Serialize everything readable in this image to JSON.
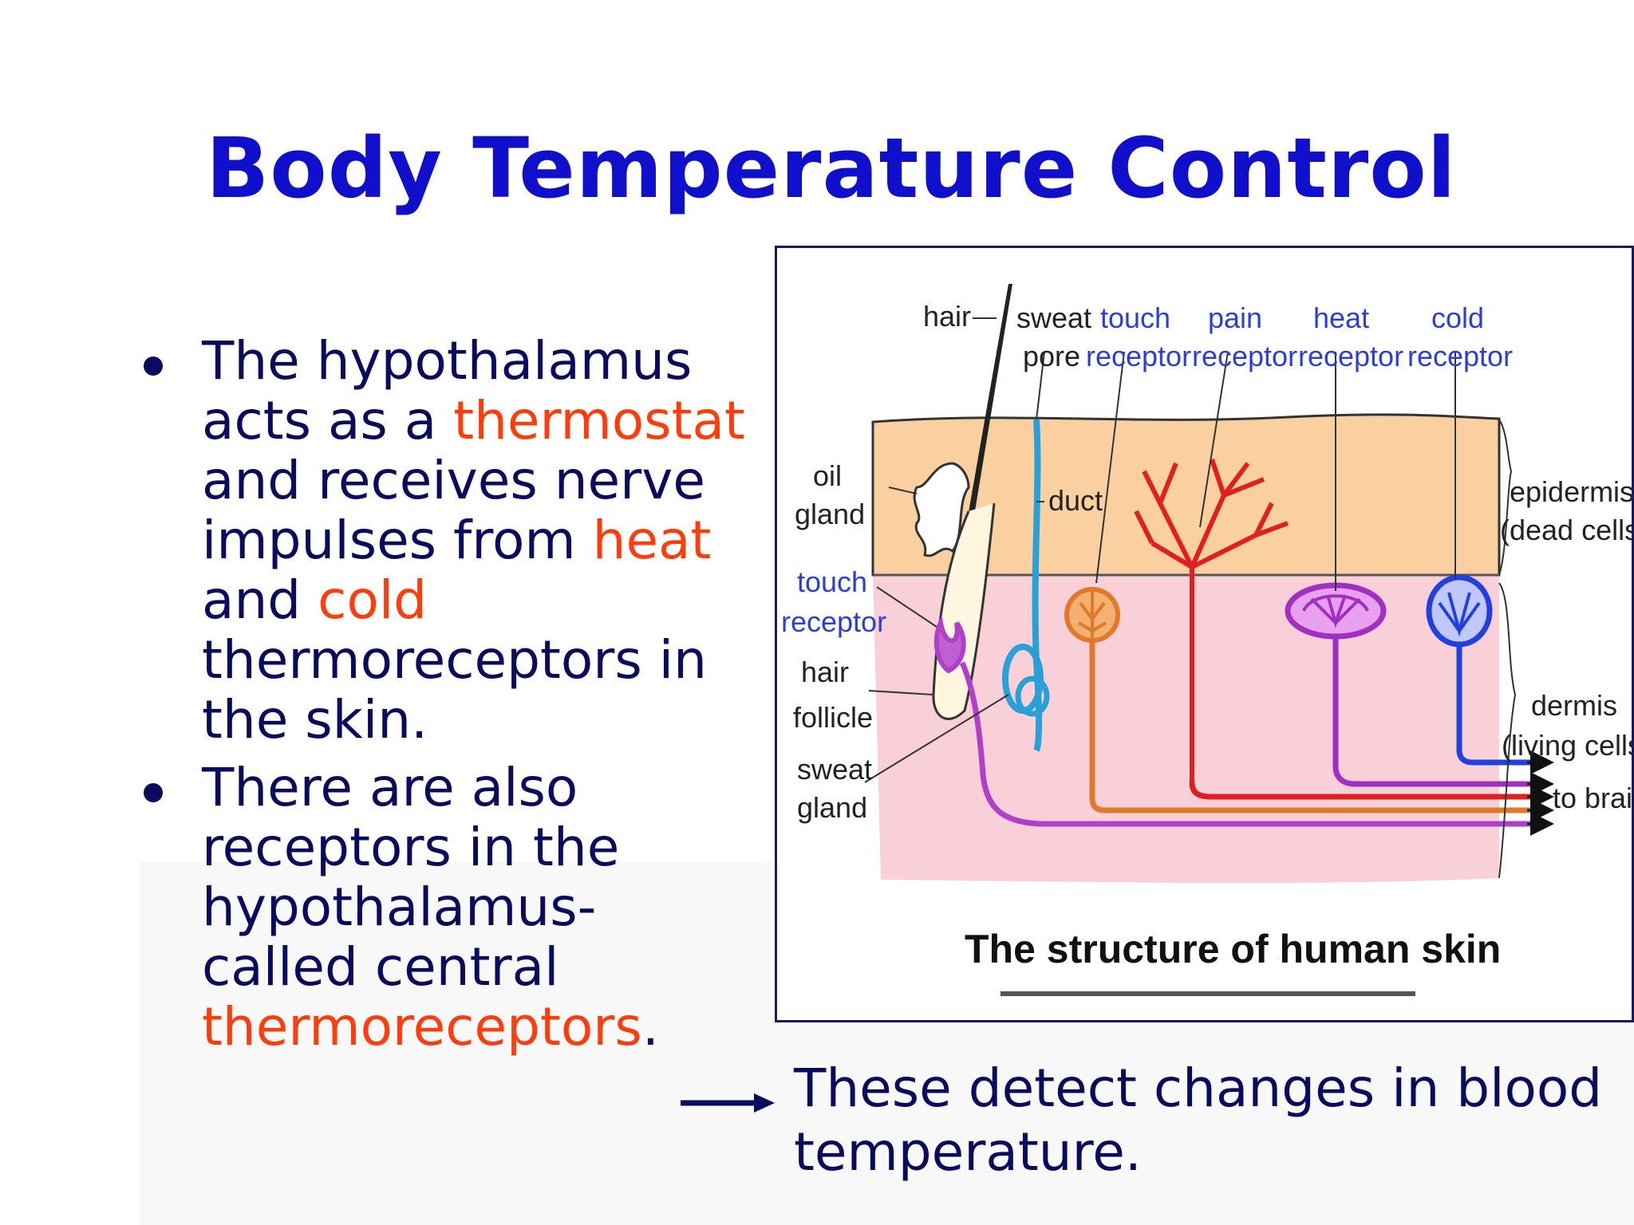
{
  "title": "Body Temperature Control",
  "bullets": [
    {
      "segments": [
        {
          "text": "The hypothalamus acts as a ",
          "hl": false
        },
        {
          "text": "thermostat",
          "hl": true
        },
        {
          "text": " and receives nerve impulses from ",
          "hl": false
        },
        {
          "text": "heat",
          "hl": true
        },
        {
          "text": " and ",
          "hl": false
        },
        {
          "text": "cold",
          "hl": true
        },
        {
          "text": " thermoreceptors in the skin.",
          "hl": false
        }
      ]
    },
    {
      "segments": [
        {
          "text": "There are also receptors in the hypothalamus- called central ",
          "hl": false
        },
        {
          "text": "thermoreceptors",
          "hl": true
        },
        {
          "text": ".",
          "hl": false
        }
      ]
    }
  ],
  "figure": {
    "labels": {
      "hair": "hair",
      "sweat": "sweat",
      "pore": "pore",
      "touch_top": "touch",
      "pain": "pain",
      "heat": "heat",
      "cold": "cold",
      "receptor1": "receptor",
      "receptor2": "receptor",
      "receptor3": "receptor",
      "receptor4": "receptor",
      "oil": "oil",
      "gland": "gland",
      "duct": "duct",
      "touch_left": "touch",
      "receptor_left": "receptor",
      "hair2": "hair",
      "follicle": "follicle",
      "sweat2": "sweat",
      "gland2": "gland",
      "epidermis": "epidermis",
      "dead_cells": "(dead cells)",
      "dermis": "dermis",
      "living_cells": "(living cells)",
      "to_brain": "to brain"
    },
    "caption": "The structure of human skin"
  },
  "note": "These detect changes in blood temperature.",
  "colors": {
    "title": "#1010cc",
    "body_text": "#0a0a5e",
    "highlight": "#ff3d0c",
    "epidermis": "#fbd0a0",
    "dermis": "#f9d0d8",
    "touch_nerve": "#b040c8",
    "sweat_gland": "#2aa0d8",
    "orange_nerve": "#e07a2a",
    "pain_nerve": "#e02020",
    "heat_nerve": "#a030c0",
    "cold_nerve": "#2040e0"
  },
  "icons": [
    "bullet-dot-icon",
    "right-arrow-icon"
  ]
}
